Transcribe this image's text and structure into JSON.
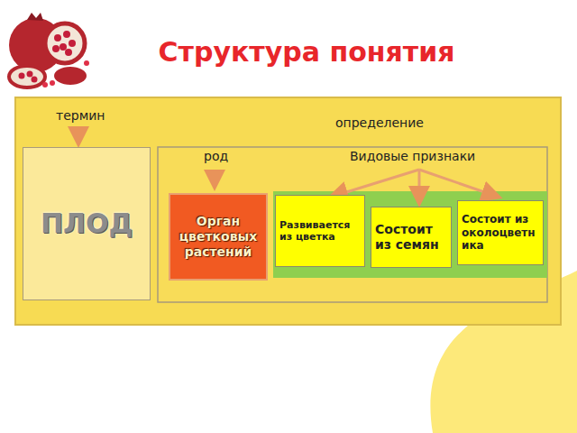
{
  "diagram": {
    "title": "Структура понятия",
    "nodes": [
      {
        "text": [
          "ПЛОД"
        ]
      },
      {
        "text": [
          "Орган цветковых растений"
        ]
      },
      {
        "text": [
          "Развивается из цветка"
        ]
      },
      {
        "text": [
          "Состоит из семян"
        ]
      },
      {
        "text": [
          "Состоит из околоцветника"
        ]
      }
    ],
    "labels": [
      "термин",
      "определение",
      "род",
      "Видовые признаки"
    ]
  }
}
